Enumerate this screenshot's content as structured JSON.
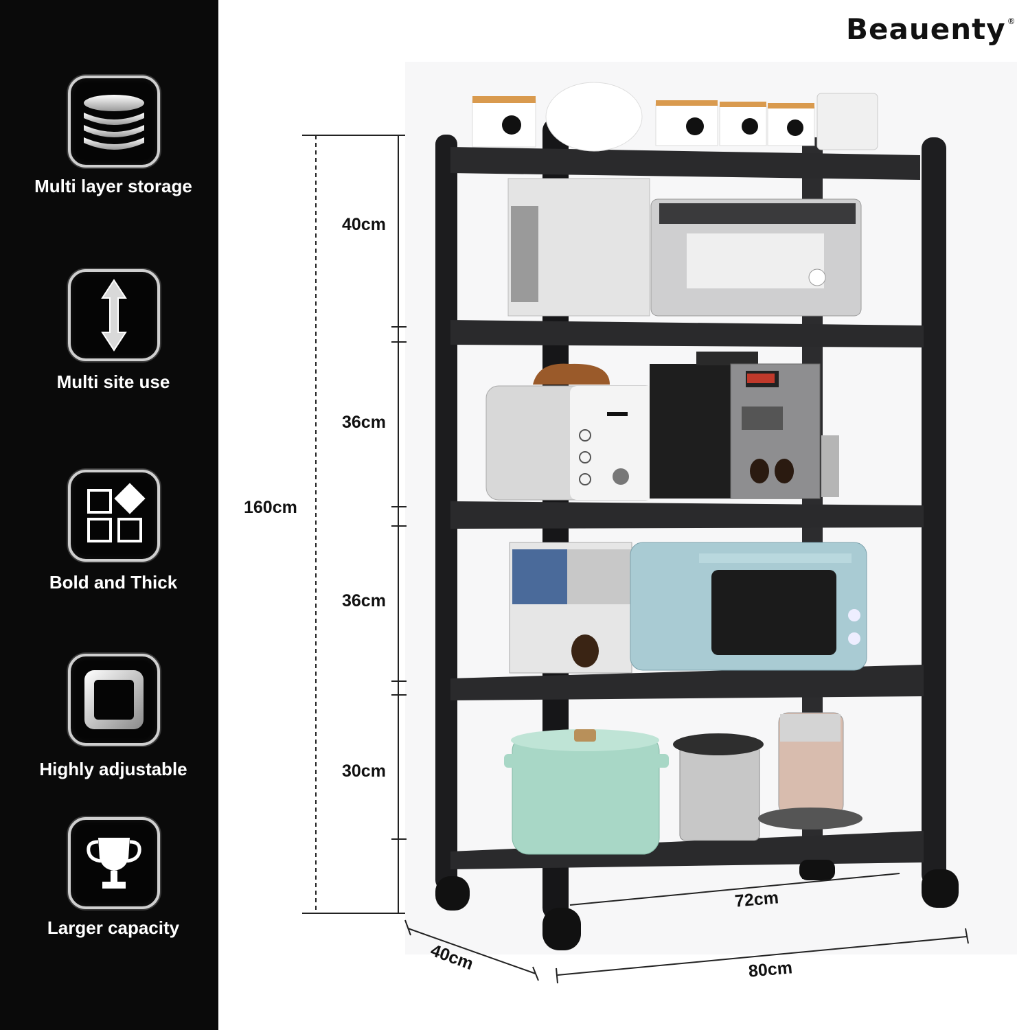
{
  "brand": {
    "name": "Beauenty",
    "registered_mark": "®"
  },
  "features": [
    {
      "label": "Multi layer storage",
      "icon": "stacked-plates-icon"
    },
    {
      "label": "Multi site use",
      "icon": "vertical-arrow-icon"
    },
    {
      "label": "Bold and Thick",
      "icon": "grid-squares-icon"
    },
    {
      "label": "Highly adjustable",
      "icon": "square-frame-icon"
    },
    {
      "label": "Larger capacity",
      "icon": "trophy-icon"
    }
  ],
  "dimensions": {
    "total_height": "160cm",
    "shelf_gaps": [
      "40cm",
      "36cm",
      "36cm",
      "30cm"
    ],
    "inner_width": "72cm",
    "outer_width": "80cm",
    "depth": "40cm"
  },
  "product": {
    "shelf_count": 5,
    "frame_color": "#1c1c1e",
    "shelf_color": "#2a2a2c"
  }
}
